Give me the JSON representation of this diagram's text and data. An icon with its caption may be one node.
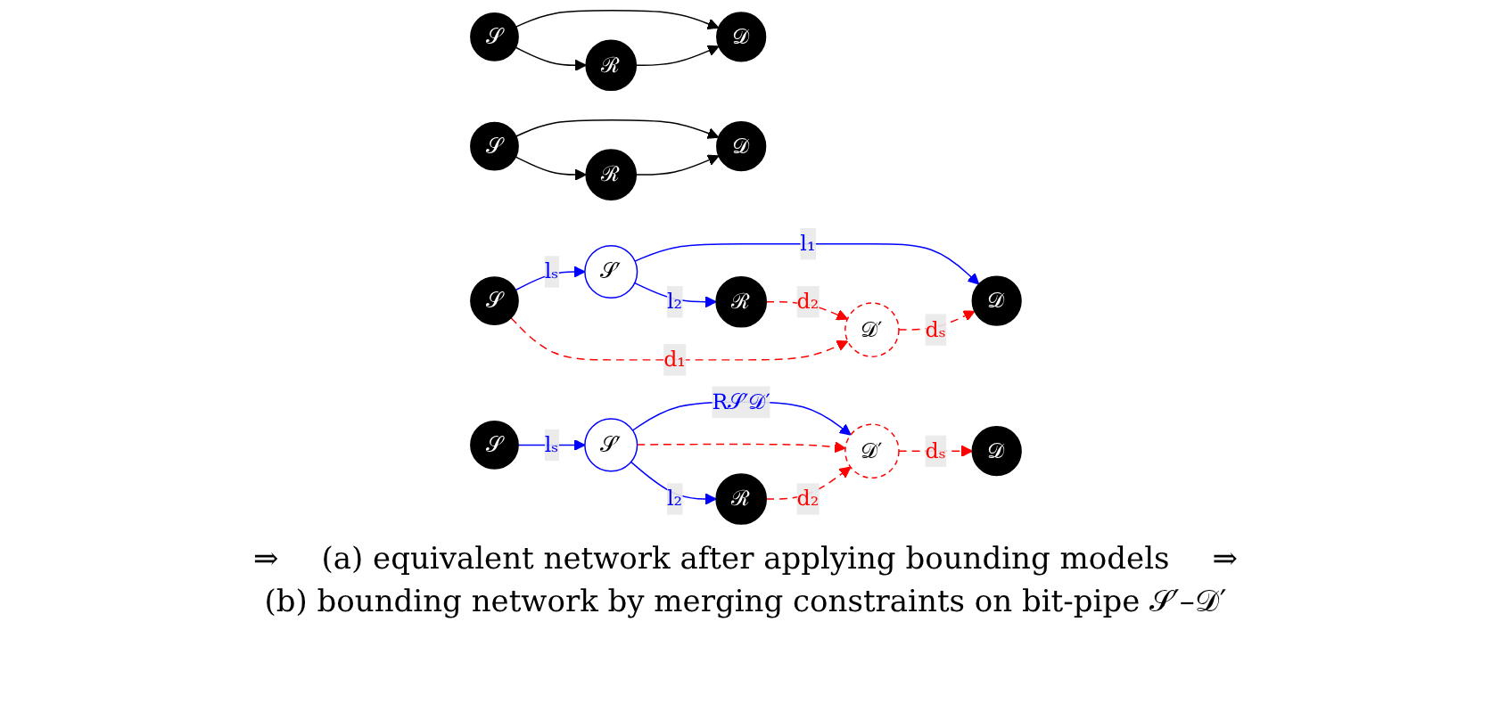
{
  "diagram": {
    "nodes": [
      {
        "text": [
          "𝒮"
        ]
      },
      {
        "text": [
          "𝒟"
        ]
      },
      {
        "text": [
          "ℛ"
        ]
      },
      {
        "text": [
          "𝒮"
        ]
      },
      {
        "text": [
          "𝒮′"
        ]
      },
      {
        "text": [
          "𝒟′"
        ]
      },
      {
        "text": [
          "𝒟"
        ]
      },
      {
        "text": [
          "ℛ"
        ]
      },
      {
        "text": [
          "𝒮"
        ]
      },
      {
        "text": [
          "𝒟"
        ]
      },
      {
        "text": [
          "ℛ"
        ]
      },
      {
        "text": [
          "𝒮"
        ]
      },
      {
        "text": [
          "𝒮′"
        ]
      },
      {
        "text": [
          "𝒟′"
        ]
      },
      {
        "text": [
          "𝒟"
        ]
      },
      {
        "text": [
          "ℛ"
        ]
      }
    ],
    "edges": [
      {
        "from": 0,
        "to": 1,
        "arrow": "to"
      },
      {
        "from": 0,
        "to": 2,
        "arrow": "to"
      },
      {
        "from": 2,
        "to": 1,
        "arrow": "to"
      },
      {
        "from": 3,
        "to": 4,
        "arrow": "to",
        "label": "lₛ",
        "color": "#0000ff"
      },
      {
        "from": 4,
        "to": 6,
        "arrow": "to",
        "label": "l₁",
        "color": "#0000ff"
      },
      {
        "from": 3,
        "to": 5,
        "arrow": "to",
        "label": "d₁",
        "style": "dashed",
        "color": "#ff0000"
      },
      {
        "from": 4,
        "to": 7,
        "arrow": "to",
        "label": "l₂",
        "color": "#0000ff"
      },
      {
        "from": 7,
        "to": 5,
        "arrow": "to",
        "label": "d₂",
        "style": "dashed",
        "color": "#ff0000"
      },
      {
        "from": 5,
        "to": 6,
        "arrow": "to",
        "label": "dₛ",
        "style": "dashed",
        "color": "#ff0000"
      },
      {
        "from": 8,
        "to": 9,
        "arrow": "to"
      },
      {
        "from": 8,
        "to": 10,
        "arrow": "to"
      },
      {
        "from": 10,
        "to": 9,
        "arrow": "to"
      },
      {
        "from": 11,
        "to": 12,
        "arrow": "to",
        "label": "lₛ",
        "color": "#0000ff"
      },
      {
        "from": 12,
        "to": 13,
        "arrow": "to",
        "label": "R𝒮′𝒟′",
        "color": "#0000ff"
      },
      {
        "from": 12,
        "to": 13,
        "arrow": "to",
        "style": "dashed",
        "color": "#ff0000"
      },
      {
        "from": 12,
        "to": 15,
        "arrow": "to",
        "label": "l₂",
        "color": "#0000ff"
      },
      {
        "from": 15,
        "to": 13,
        "arrow": "to",
        "label": "d₂",
        "style": "dashed",
        "color": "#ff0000"
      },
      {
        "from": 13,
        "to": 14,
        "arrow": "to",
        "label": "dₛ",
        "style": "dashed",
        "color": "#ff0000"
      }
    ],
    "labels": [
      "⇒",
      "(a) equivalent network after applying bounding models",
      "⇒",
      "(b) bounding network by merging constraints on bit-pipe 𝒮′–𝒟′"
    ]
  }
}
